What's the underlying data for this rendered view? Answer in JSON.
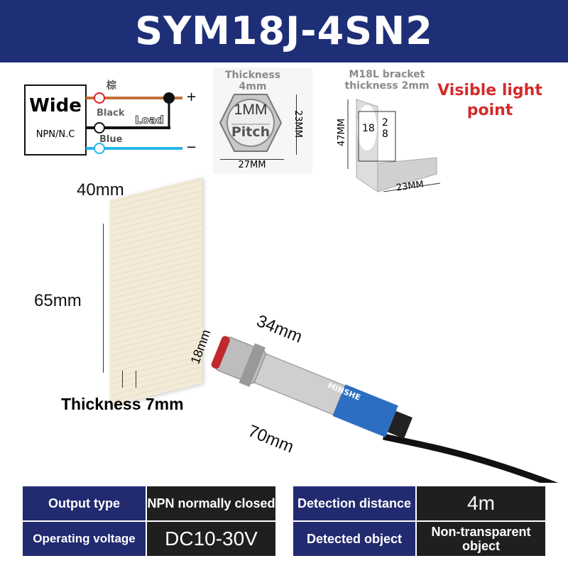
{
  "title": "SYM18J-4SN2",
  "wiring": {
    "box_title": "Wide",
    "box_sub": "NPN/N.C",
    "wire1": "棕",
    "wire2": "Black",
    "wire3": "Blue",
    "load": "Load",
    "plus": "+",
    "minus": "−",
    "colors": {
      "brown": "#c0703a",
      "blue": "#2ab5e8",
      "black": "#111111"
    }
  },
  "nut": {
    "thickness": "Thickness\n4mm",
    "pitch_top": "1MM",
    "pitch_bottom": "Pitch",
    "width": "27MM",
    "height": "23MM"
  },
  "bracket": {
    "title": "M18L bracket\nthickness 2mm",
    "height": "47MM",
    "hole": "18",
    "slot": "2\n8",
    "width": "23MM"
  },
  "feature": {
    "text": "Visible light\npoint",
    "color": "#d42a2a"
  },
  "reflector": {
    "width": "40mm",
    "height": "65mm",
    "thickness": "Thickness 7mm"
  },
  "sensor": {
    "diameter": "18mm",
    "thread": "34mm",
    "length": "70mm",
    "brand": "MINSHE"
  },
  "specs": [
    {
      "label": "Output type",
      "value": "NPN normally closed"
    },
    {
      "label": "Detection distance",
      "value": "4m"
    },
    {
      "label": "Operating voltage",
      "value": "DC10-30V"
    },
    {
      "label": "Detected object",
      "value": "Non-transparent object"
    }
  ]
}
